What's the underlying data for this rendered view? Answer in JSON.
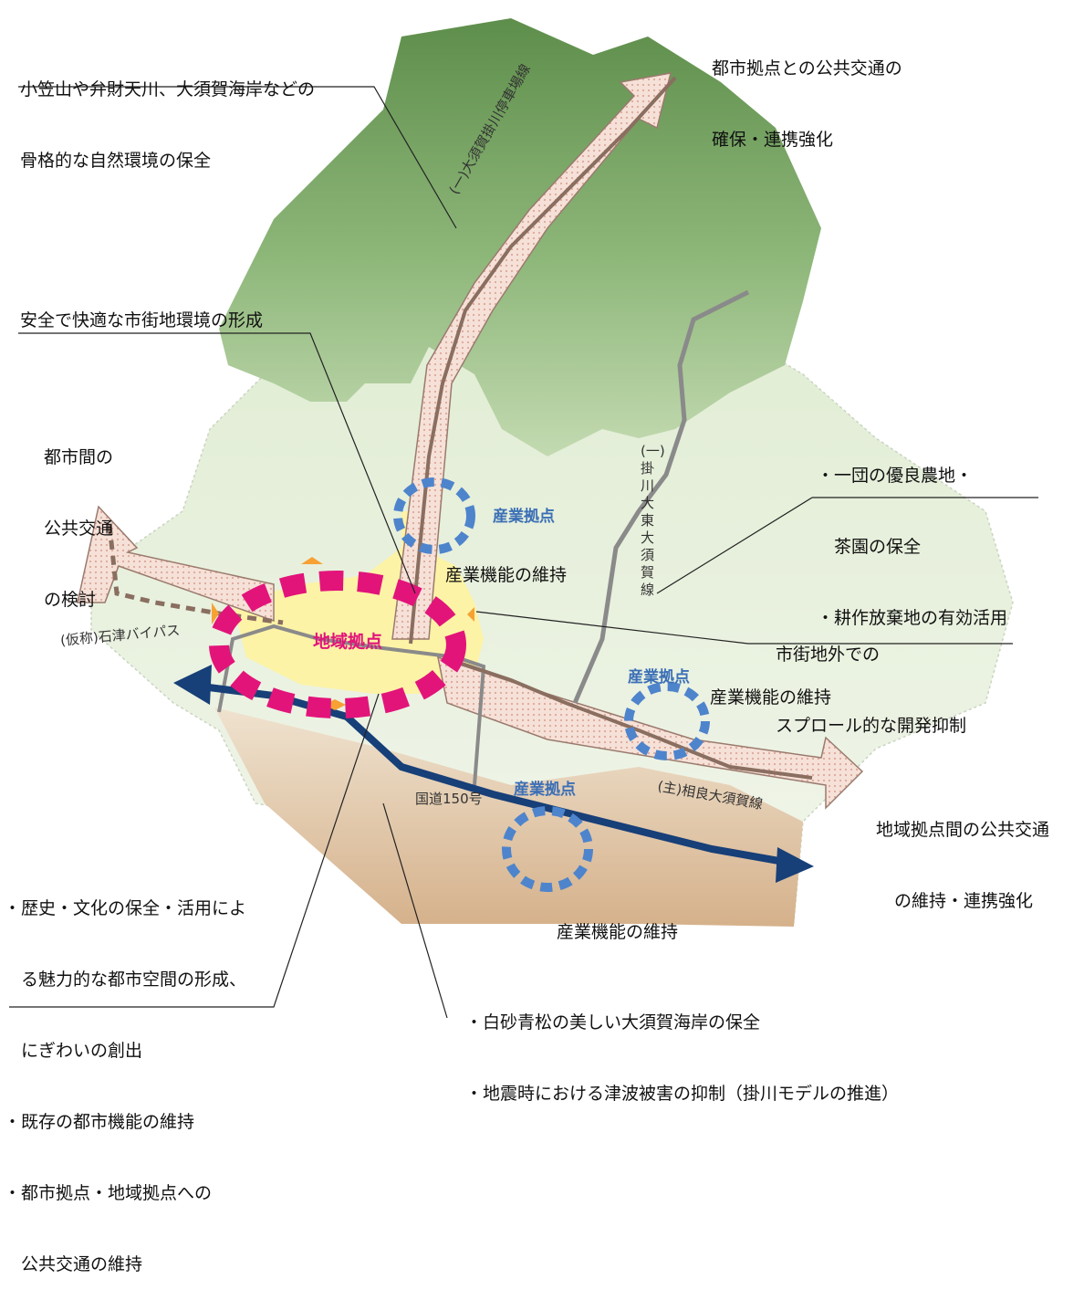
{
  "annotations": {
    "nature": [
      "小笠山や弁財天川、大須賀海岸などの",
      "骨格的な自然環境の保全"
    ],
    "transit_city": [
      "都市拠点との公共交通の",
      "確保・連携強化"
    ],
    "urban_env": "安全で快適な市街地環境の形成",
    "intercity": [
      "都市間の",
      "公共交通",
      "の検討"
    ],
    "farmland": [
      "・一団の優良農地・",
      "　茶園の保全",
      "・耕作放棄地の有効活用"
    ],
    "sprawl": [
      "市街地外での",
      "スプロール的な開発抑制"
    ],
    "regional_transit": [
      "地域拠点間の公共交通",
      "の維持・連携強化"
    ],
    "history": [
      "・歴史・文化の保全・活用によ",
      "　る魅力的な都市空間の形成、",
      "　にぎわいの創出",
      "・既存の都市機能の維持",
      "・都市拠点・地域拠点への",
      "　公共交通の維持"
    ],
    "coast": [
      "・白砂青松の美しい大須賀海岸の保全",
      "・地震時における津波被害の抑制（掛川モデルの推進）"
    ],
    "industry_keep_1": "産業機能の維持",
    "industry_keep_2": "産業機能の維持",
    "industry_keep_3": "産業機能の維持"
  },
  "hubs": {
    "regional": "地域拠点",
    "industrial_1": "産業拠点",
    "industrial_2": "産業拠点",
    "industrial_3": "産業拠点"
  },
  "roads": {
    "route_north": "(一)大須賀掛川停車場線",
    "route_east": "(一)掛川大東大須賀線",
    "route_bypass": "(仮称)石津バイパス",
    "route_national": "国道150号",
    "route_main": "(主)相良大須賀線"
  },
  "colors": {
    "forest": "#6f9a5a",
    "farmland": "#e8f0dc",
    "coast": "#e0c29e",
    "urban": "#fdf3a6",
    "regional_hub": "#e2147a",
    "industrial_hub": "#4e84cc",
    "national_road": "#173f78",
    "road": "#7d7d7d",
    "transit_arrow": "#9a7058"
  }
}
